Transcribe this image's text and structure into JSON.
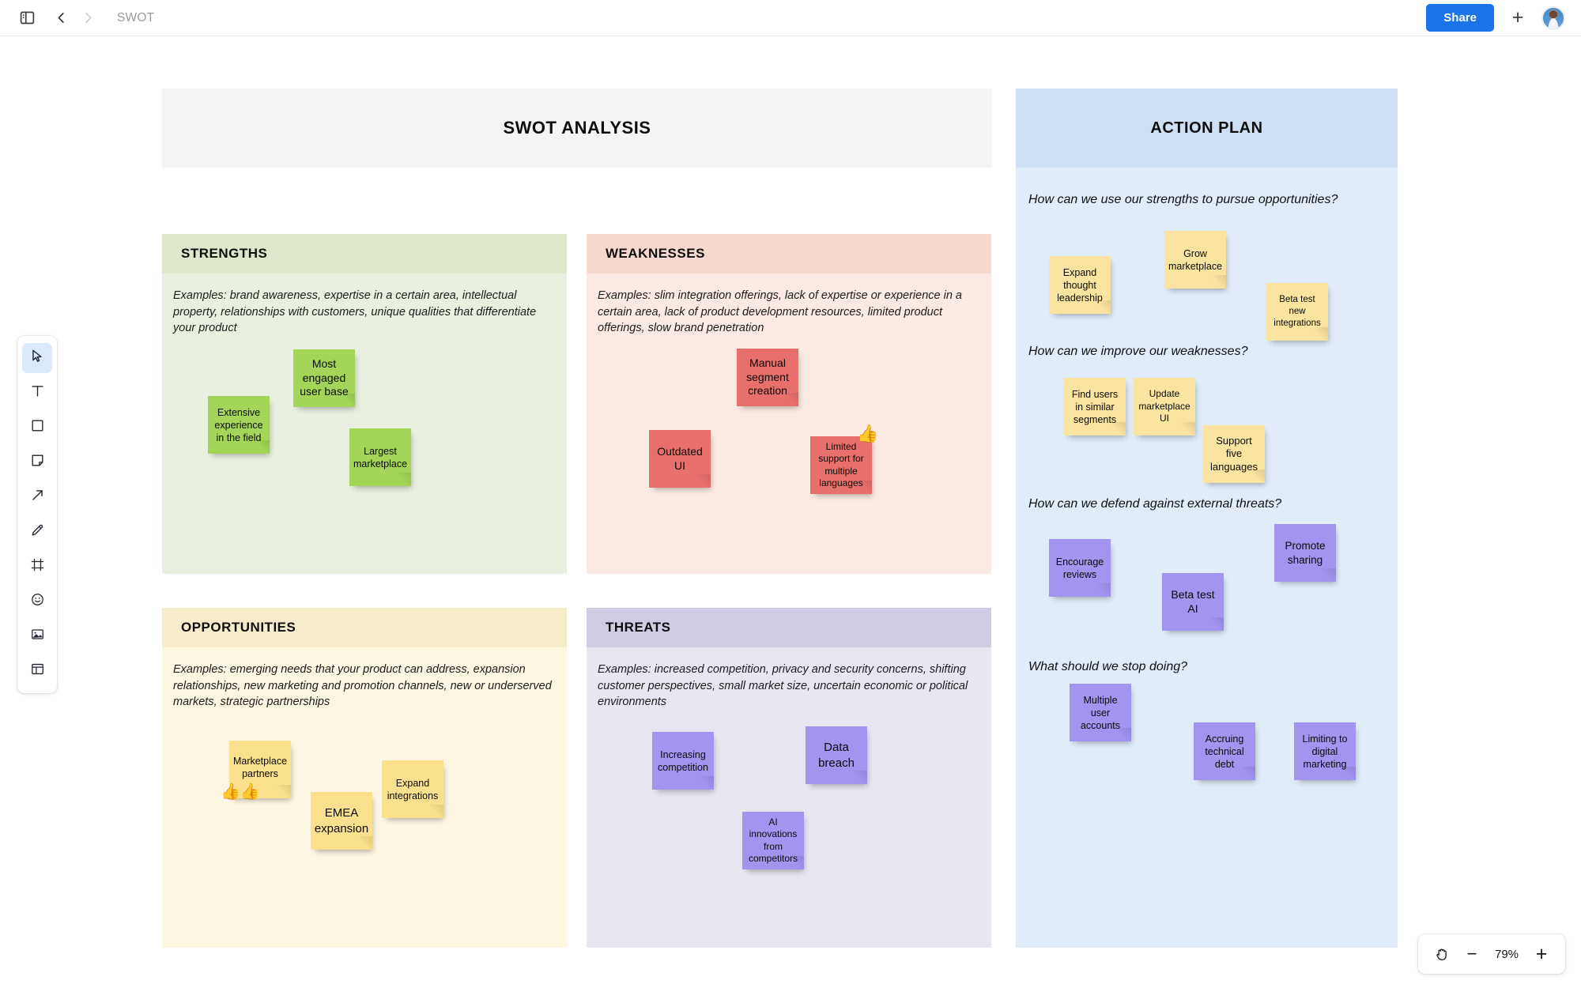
{
  "topbar": {
    "board_title": "SWOT",
    "share_label": "Share",
    "panel_icon": "sidebar-panel-icon",
    "back_icon": "chevron-left-icon",
    "forward_icon": "chevron-right-icon",
    "plus_icon": "plus-icon",
    "avatar_icon": "user-avatar",
    "accent_color": "#1a73e8"
  },
  "toolbar": {
    "tools": [
      {
        "name": "select-tool",
        "icon": "cursor-icon",
        "active": true
      },
      {
        "name": "text-tool",
        "icon": "text-icon",
        "active": false
      },
      {
        "name": "shape-tool",
        "icon": "square-icon",
        "active": false
      },
      {
        "name": "sticky-note-tool",
        "icon": "sticky-note-icon",
        "active": false
      },
      {
        "name": "connector-tool",
        "icon": "arrow-icon",
        "active": false
      },
      {
        "name": "pen-tool",
        "icon": "pencil-icon",
        "active": false
      },
      {
        "name": "frame-tool",
        "icon": "frame-icon",
        "active": false
      },
      {
        "name": "emoji-tool",
        "icon": "smiley-icon",
        "active": false
      },
      {
        "name": "image-tool",
        "icon": "image-icon",
        "active": false
      },
      {
        "name": "template-tool",
        "icon": "layout-icon",
        "active": false
      }
    ]
  },
  "swot": {
    "title": "SWOT ANALYSIS",
    "quadrants": [
      {
        "key": "strengths",
        "label": "STRENGTHS",
        "header_color": "#dde7cc",
        "body_color": "#e9f0e0",
        "examples": "Examples: brand awareness, expertise in a certain area, intellectual property, relationships with customers, unique qualities that differentiate your product",
        "notes": [
          {
            "text": "Extensive experience in the field",
            "color": "#a4d559"
          },
          {
            "text": "Most engaged user base",
            "color": "#a4d559"
          },
          {
            "text": "Largest marketplace",
            "color": "#a4d559"
          }
        ]
      },
      {
        "key": "weaknesses",
        "label": "WEAKNESSES",
        "header_color": "#f6d9ce",
        "body_color": "#fbeae4",
        "examples": "Examples: slim integration offerings, lack of expertise or experience in a certain area, lack of product development resources, limited product offerings, slow brand penetration",
        "notes": [
          {
            "text": "Manual segment creation",
            "color": "#e8706b"
          },
          {
            "text": "Outdated UI",
            "color": "#e8706b"
          },
          {
            "text": "Limited support for multiple languages",
            "color": "#e8706b",
            "reaction": "👍"
          }
        ]
      },
      {
        "key": "opportunities",
        "label": "OPPORTUNITIES",
        "header_color": "#f7ecca",
        "body_color": "#fdf6e3",
        "examples": "Examples: emerging needs that your product can address, expansion relationships, new marketing and promotion channels, new or underserved markets, strategic partnerships",
        "notes": [
          {
            "text": "Marketplace partners",
            "color": "#fbe08e",
            "reaction": "👍👍"
          },
          {
            "text": "EMEA expansion",
            "color": "#fbe08e"
          },
          {
            "text": "Expand integrations",
            "color": "#fbe08e"
          }
        ]
      },
      {
        "key": "threats",
        "label": "THREATS",
        "header_color": "#d0cae2",
        "body_color": "#e9e5f1",
        "examples": "Examples: increased competition, privacy and security concerns, shifting customer perspectives, small market size, uncertain economic or political environments",
        "notes": [
          {
            "text": "Increasing competition",
            "color": "#a294ef"
          },
          {
            "text": "Data breach",
            "color": "#a294ef"
          },
          {
            "text": "AI innovations from competitors",
            "color": "#a294ef"
          }
        ]
      }
    ]
  },
  "action_plan": {
    "title": "ACTION PLAN",
    "header_color": "#cfe0f5",
    "body_color": "#e0ecfa",
    "sections": [
      {
        "question": "How can we use our strengths to pursue opportunities?",
        "notes": [
          {
            "text": "Expand thought leadership",
            "color": "#fbe3a0"
          },
          {
            "text": "Grow marketplace",
            "color": "#fbe3a0"
          },
          {
            "text": "Beta test new integrations",
            "color": "#fbe3a0"
          }
        ]
      },
      {
        "question": "How can we improve our weaknesses?",
        "notes": [
          {
            "text": "Find users in similar segments",
            "color": "#fbe3a0"
          },
          {
            "text": "Update marketplace UI",
            "color": "#fbe3a0"
          },
          {
            "text": "Support five languages",
            "color": "#fbe3a0"
          }
        ]
      },
      {
        "question": "How can we defend against external threats?",
        "notes": [
          {
            "text": "Encourage reviews",
            "color": "#a294ef"
          },
          {
            "text": "Beta test AI",
            "color": "#a294ef"
          },
          {
            "text": "Promote sharing",
            "color": "#a294ef"
          }
        ]
      },
      {
        "question": "What should we stop doing?",
        "notes": [
          {
            "text": "Multiple user accounts",
            "color": "#a294ef"
          },
          {
            "text": "Accruing technical debt",
            "color": "#a294ef"
          },
          {
            "text": "Limiting to digital marketing",
            "color": "#a294ef"
          }
        ]
      }
    ]
  },
  "zoom_control": {
    "hand_icon": "hand-icon",
    "minus_label": "−",
    "level": "79%",
    "plus_label": "+"
  }
}
